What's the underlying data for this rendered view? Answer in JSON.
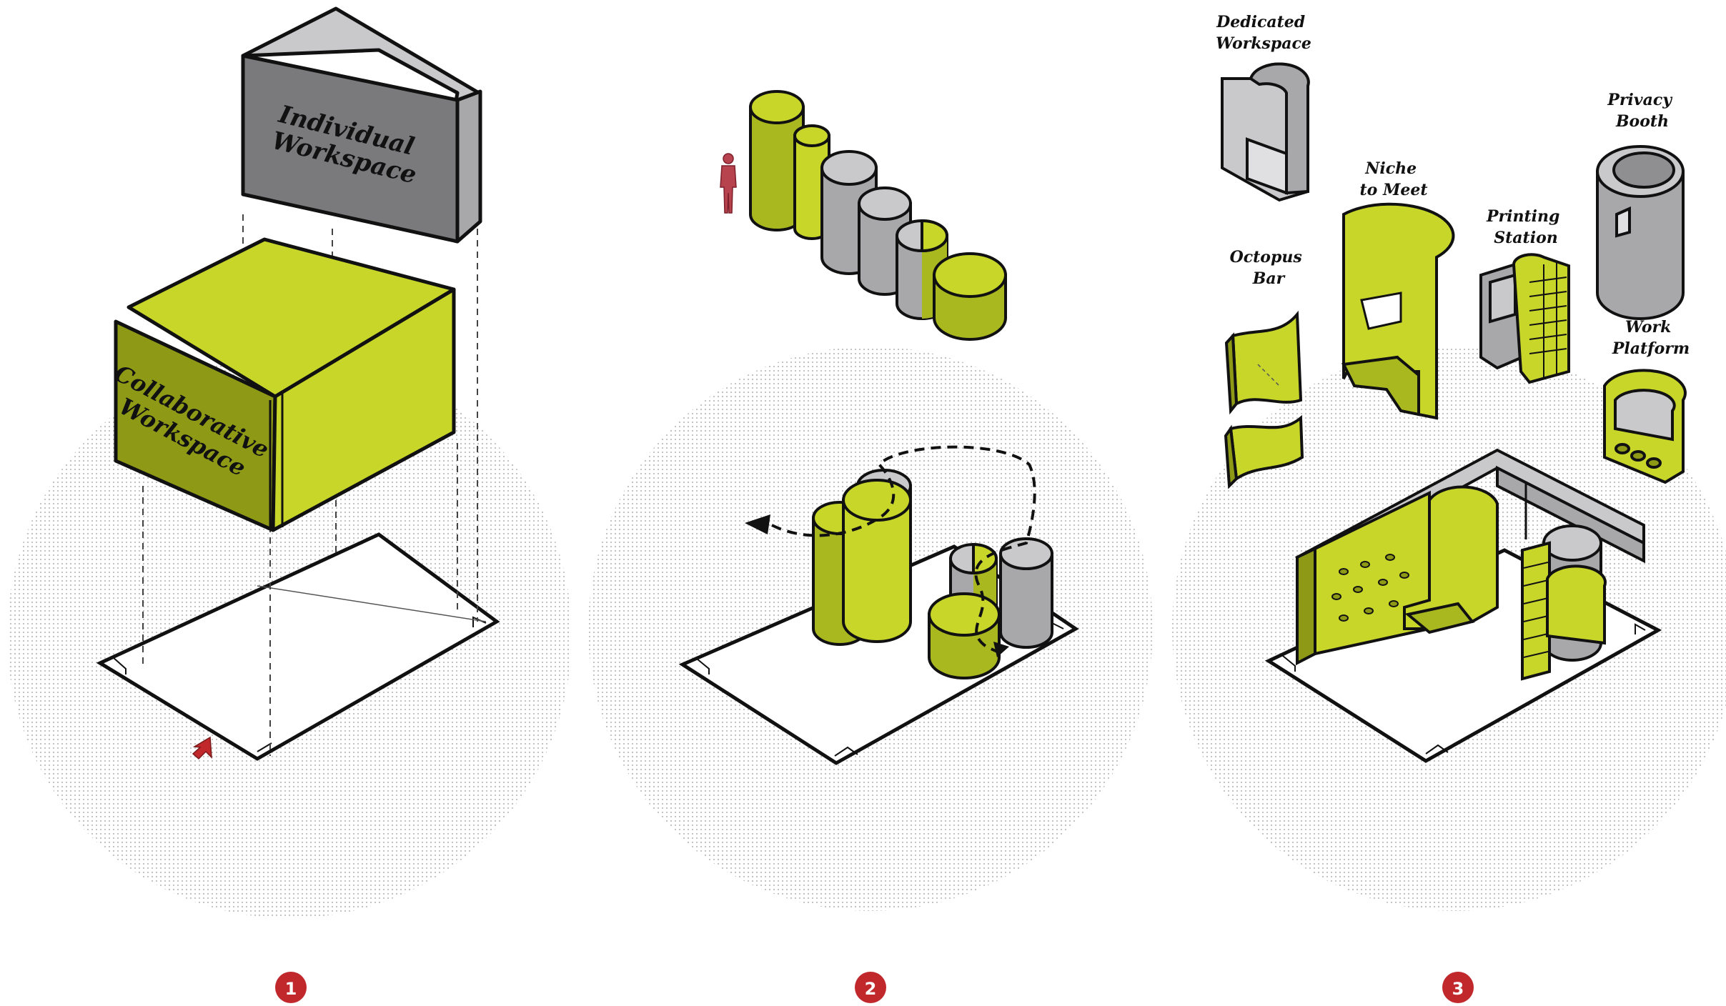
{
  "colors": {
    "accent_green": "#c8d62a",
    "accent_green_dark": "#8e9a16",
    "accent_green_side": "#a9b81f",
    "gray_light": "#c9c9cb",
    "gray_mid": "#a8a8ab",
    "gray_dark": "#7a797b",
    "marker_red": "#c0282c",
    "outline": "#111111",
    "halftone": "#bdbdbd"
  },
  "panel1": {
    "individual_label": [
      "Individual",
      "Workspace"
    ],
    "collaborative_label": [
      "Collaborative",
      "Workspace"
    ],
    "step_number": "1",
    "icons": [
      "entrance-arrow-icon"
    ]
  },
  "panel2": {
    "step_number": "2",
    "icons": [
      "human-figure-icon",
      "circulation-path-arrow-icon"
    ]
  },
  "panel3": {
    "step_number": "3",
    "labels": {
      "dedicated": [
        "Dedicated",
        "Workspace"
      ],
      "privacy": [
        "Privacy",
        "Booth"
      ],
      "niche": [
        "Niche",
        "to Meet"
      ],
      "printing": [
        "Printing",
        "Station"
      ],
      "octopus": [
        "Octopus",
        "Bar"
      ],
      "platform": [
        "Work",
        "Platform"
      ]
    }
  }
}
